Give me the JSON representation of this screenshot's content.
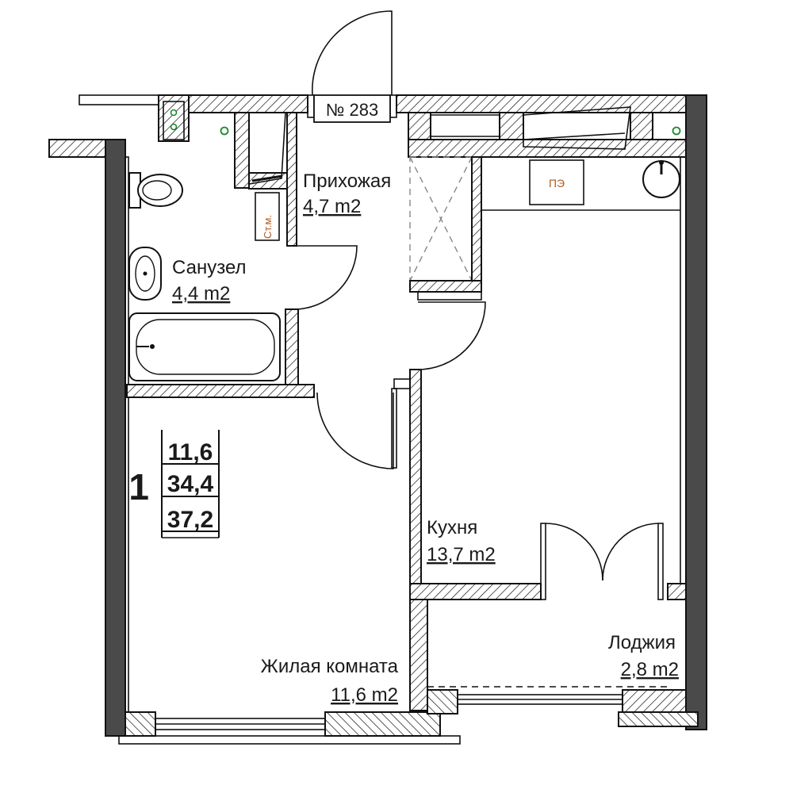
{
  "apartment_number": "№ 283",
  "rooms_count": "1",
  "areas": [
    "11,6",
    "34,4",
    "37,2"
  ],
  "rooms": {
    "hallway": {
      "name": "Прихожая",
      "area": "4,7 m2"
    },
    "bathroom": {
      "name": "Санузел",
      "area": "4,4 m2"
    },
    "kitchen": {
      "name": "Кухня",
      "area": "13,7 m2"
    },
    "loggia": {
      "name": "Лоджия",
      "area": "2,8 m2"
    },
    "living": {
      "name": "Жилая комната",
      "area": "11,6 m2"
    }
  },
  "tags": {
    "storage": "Ст.м.",
    "electric_stove": "ПЭ"
  },
  "colors": {
    "wall_solid": "#4a4a4a",
    "line": "#111111",
    "stove_tag": "#b05a1e"
  }
}
